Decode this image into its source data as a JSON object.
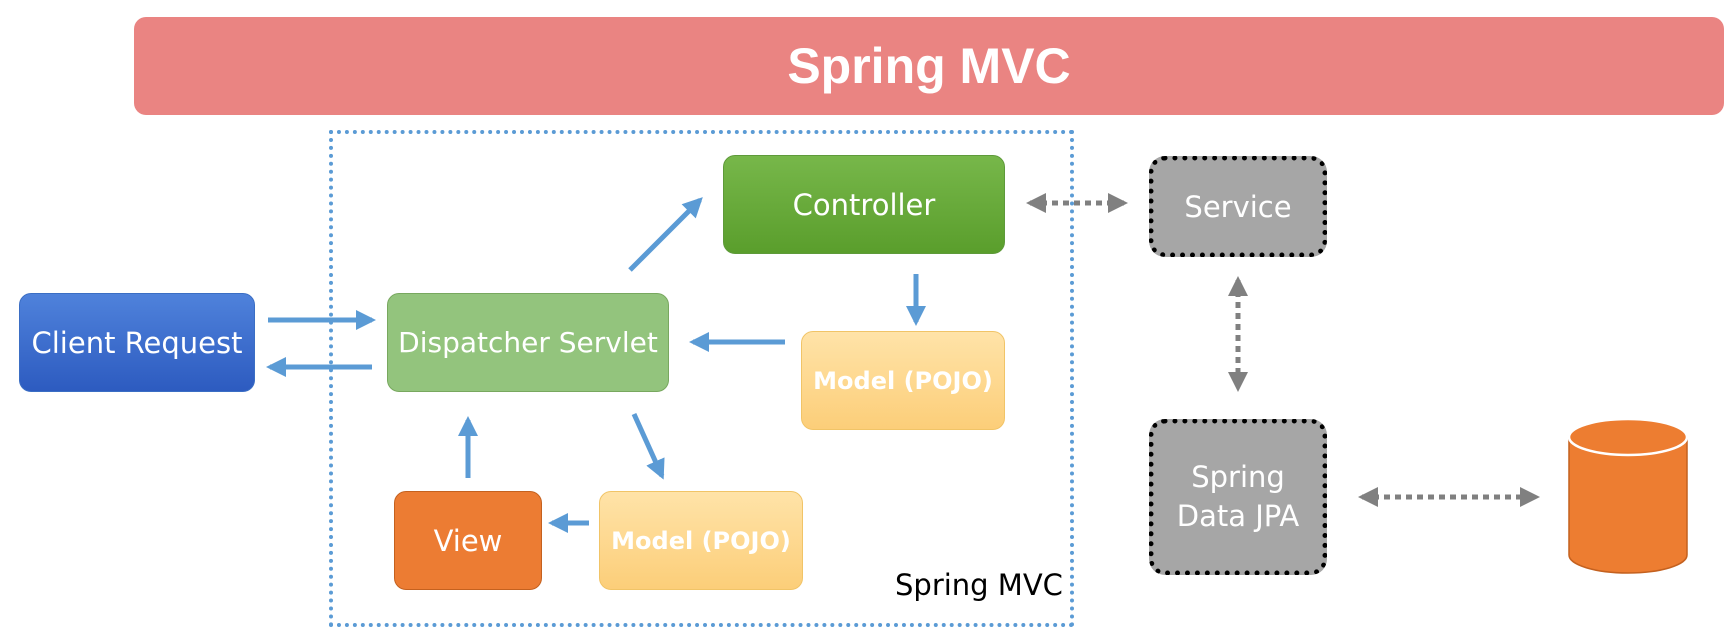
{
  "header": {
    "title": "Spring MVC"
  },
  "frame": {
    "label": "Spring MVC"
  },
  "nodes": {
    "client": "Client Request",
    "dispatcher": "Dispatcher Servlet",
    "controller": "Controller",
    "model_upper": "Model (POJO)",
    "model_lower": "Model (POJO)",
    "view": "View",
    "service": "Service",
    "jpa_line1": "Spring",
    "jpa_line2": "Data JPA"
  },
  "colors": {
    "banner": "#ea8482",
    "arrow_blue": "#5b9bd5",
    "arrow_gray": "#808080",
    "database": "#ed7d31"
  }
}
